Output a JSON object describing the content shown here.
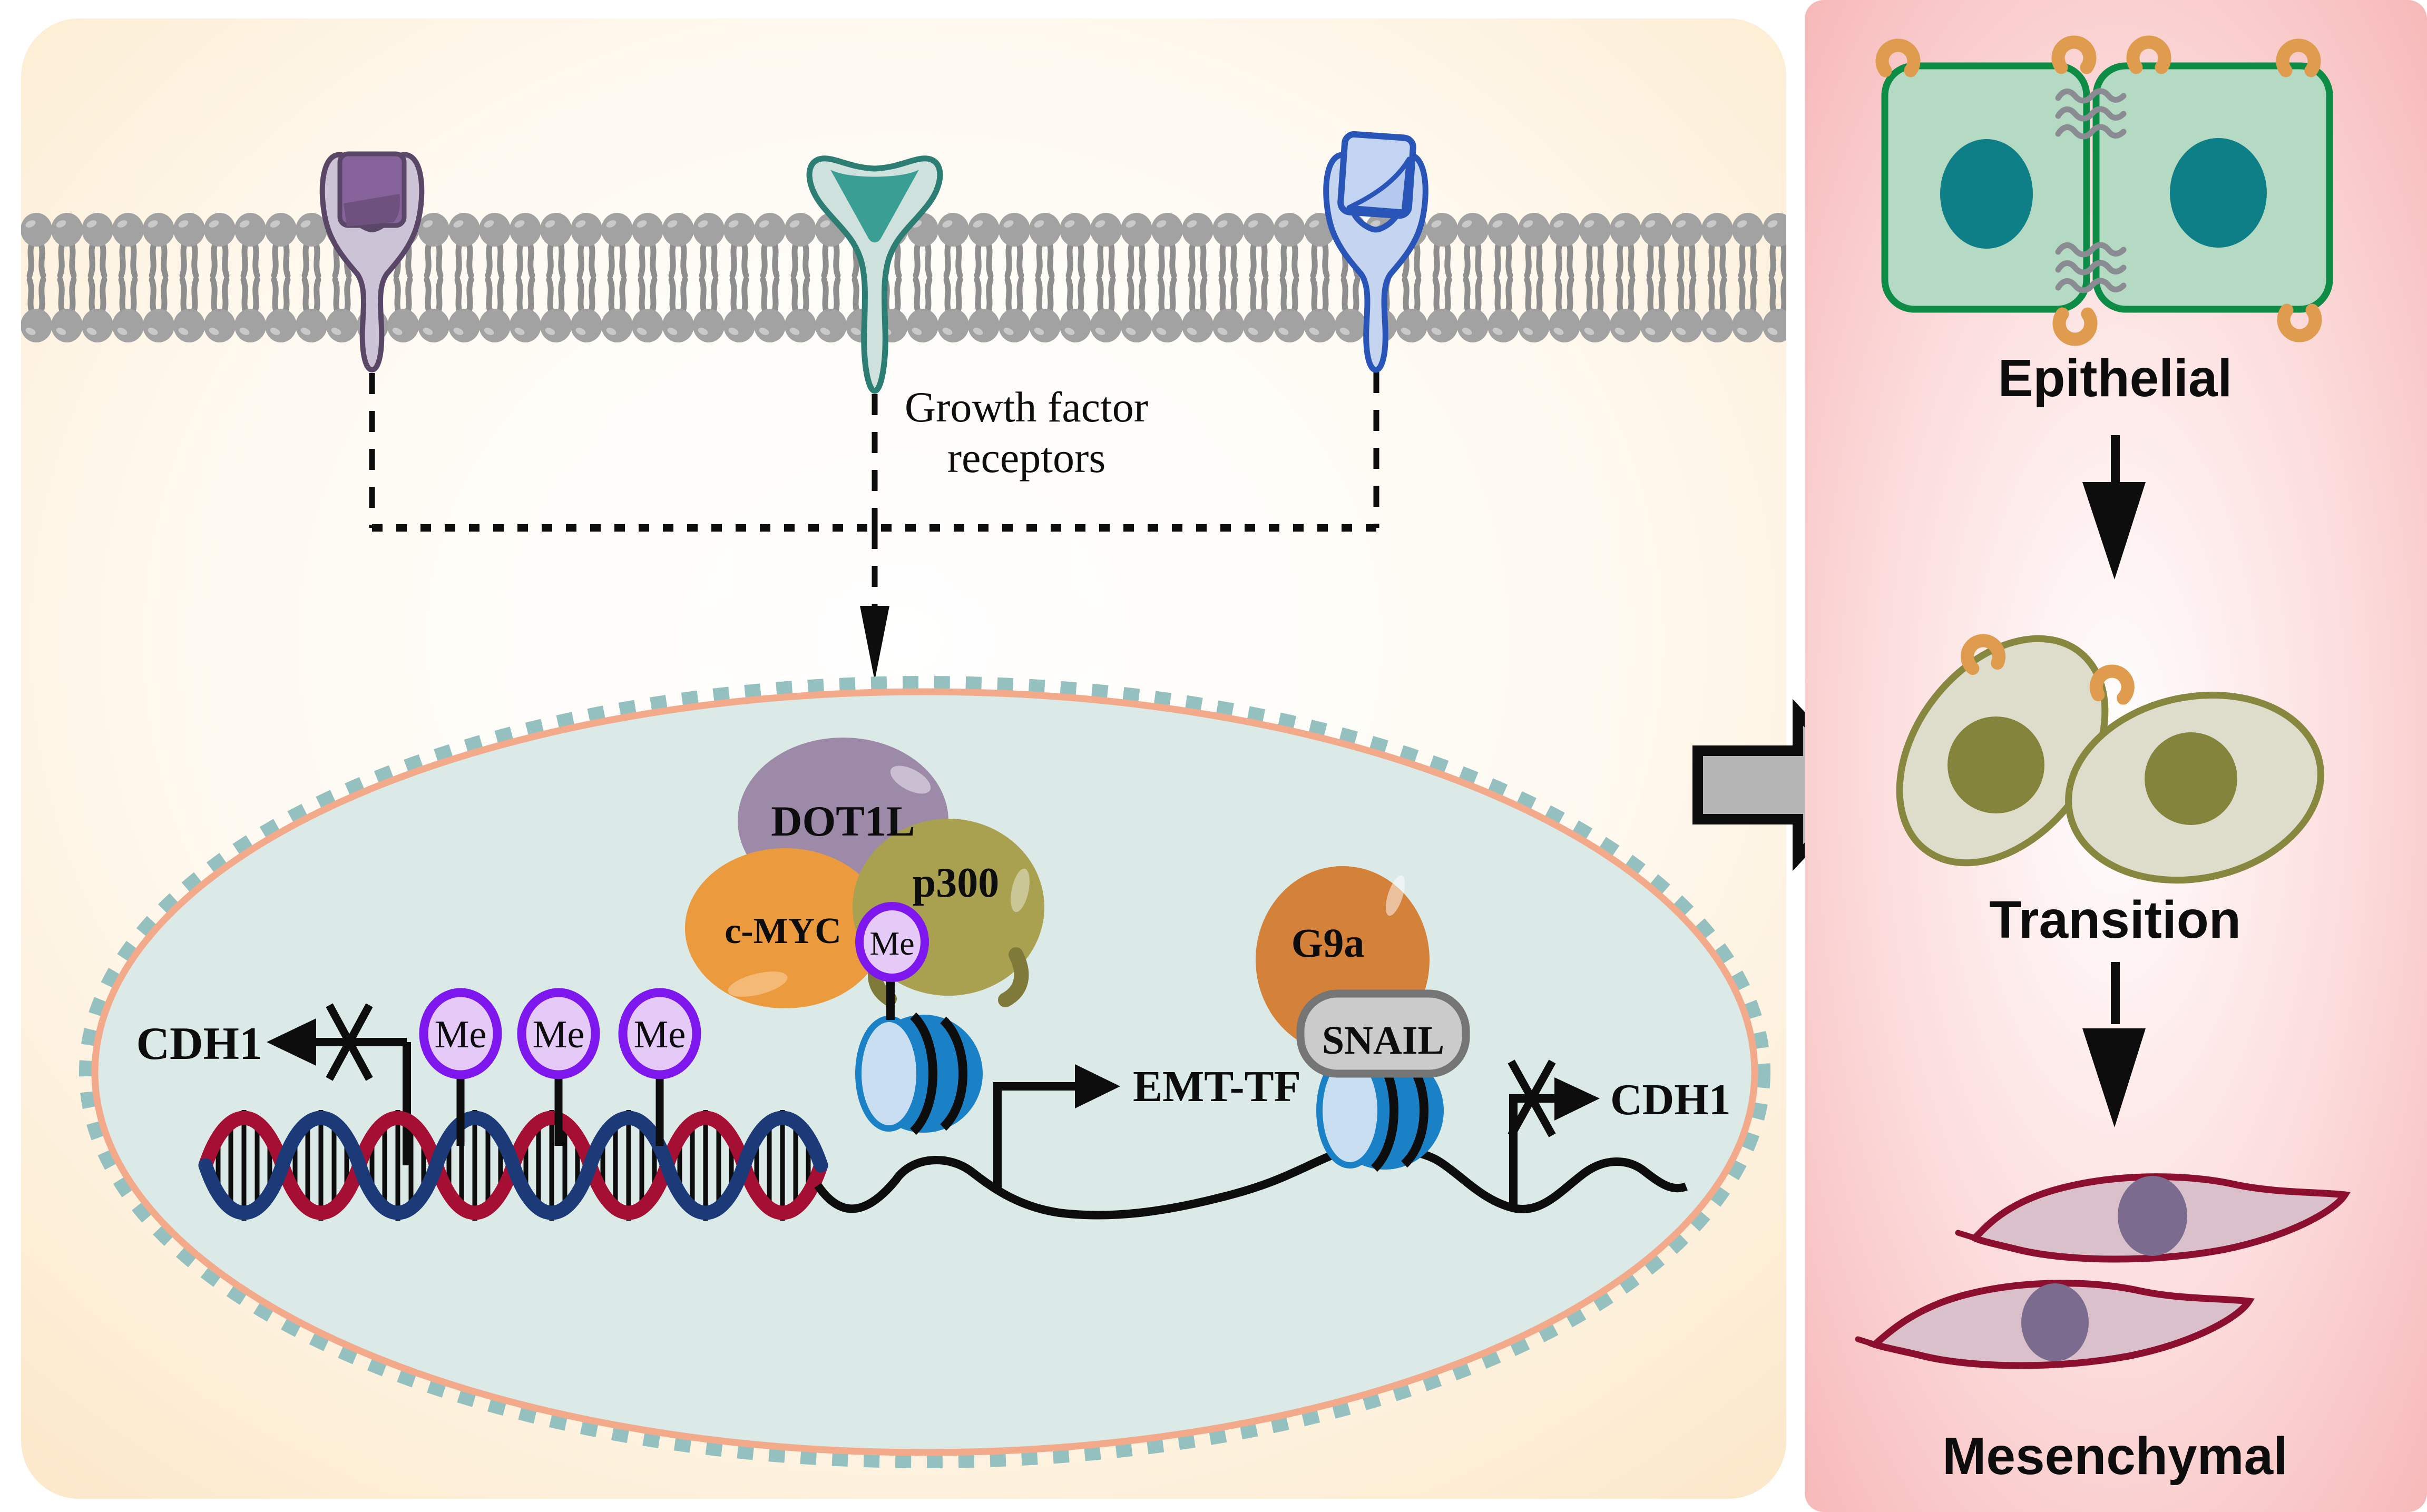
{
  "labels": {
    "growth_factor_line1": "Growth factor",
    "growth_factor_line2": "receptors",
    "cdh1": "CDH1",
    "me": "Me",
    "dot1l": "DOT1L",
    "p300": "p300",
    "c_myc": "c-MYC",
    "g9a": "G9a",
    "snail": "SNAIL",
    "emt_tf": "EMT-TF",
    "epithelial": "Epithelial",
    "transition": "Transition",
    "mesenchymal": "Mesenchymal"
  },
  "colors": {
    "left_panel_edge": "#fbe2c0",
    "right_panel_edge": "#f5b0b1",
    "nucleus_fill": "#dbe9e7",
    "nucleus_border": "#f3aa8b",
    "nucleus_dash": "#95c0c0",
    "membrane_gray": "#a2a2a2",
    "membrane_tail_gray": "#8e8e8e",
    "receptor_purple_outline": "#5a4667",
    "receptor_purple_body": "#cdc3d6",
    "receptor_purple_ligand": "#86639a",
    "receptor_teal_outline": "#2c7d73",
    "receptor_teal_body": "#cfe1dd",
    "receptor_teal_ligand": "#3a9e94",
    "receptor_blue_outline": "#2a55b8",
    "receptor_blue_body": "#c5d4ef",
    "receptor_blue_ligand": "#c3d4f2",
    "dna_red": "#a50f33",
    "dna_blue": "#1d3a78",
    "methyl_fill": "#e5c9f7",
    "methyl_border": "#7d17ee",
    "nucleosome_blue": "#1a81c7",
    "nucleosome_face": "#c9def1",
    "dot1l_fill": "#9d8aa9",
    "c_myc_fill": "#eb9a3d",
    "p300_fill": "#a9a150",
    "g9a_fill": "#d4813a",
    "snail_fill": "#cbcbcb",
    "snail_border": "#757575",
    "epithelial_cell": "#b5dac3",
    "epithelial_border": "#0c8c44",
    "epithelial_nucleus": "#0e7f86",
    "adhesion_orange": "#df9c4e",
    "junction_gray": "#8b8b94",
    "transition_cell": "#deddcb",
    "transition_border": "#87873f",
    "transition_nucleus": "#84843c",
    "mesenchymal_fill": "#d9c0ca",
    "mesenchymal_border": "#8c0f2f",
    "mesenchymal_nucleus": "#7b6b8e",
    "big_arrow_fill": "#b5b5b5",
    "ink": "#0d0d0d"
  }
}
